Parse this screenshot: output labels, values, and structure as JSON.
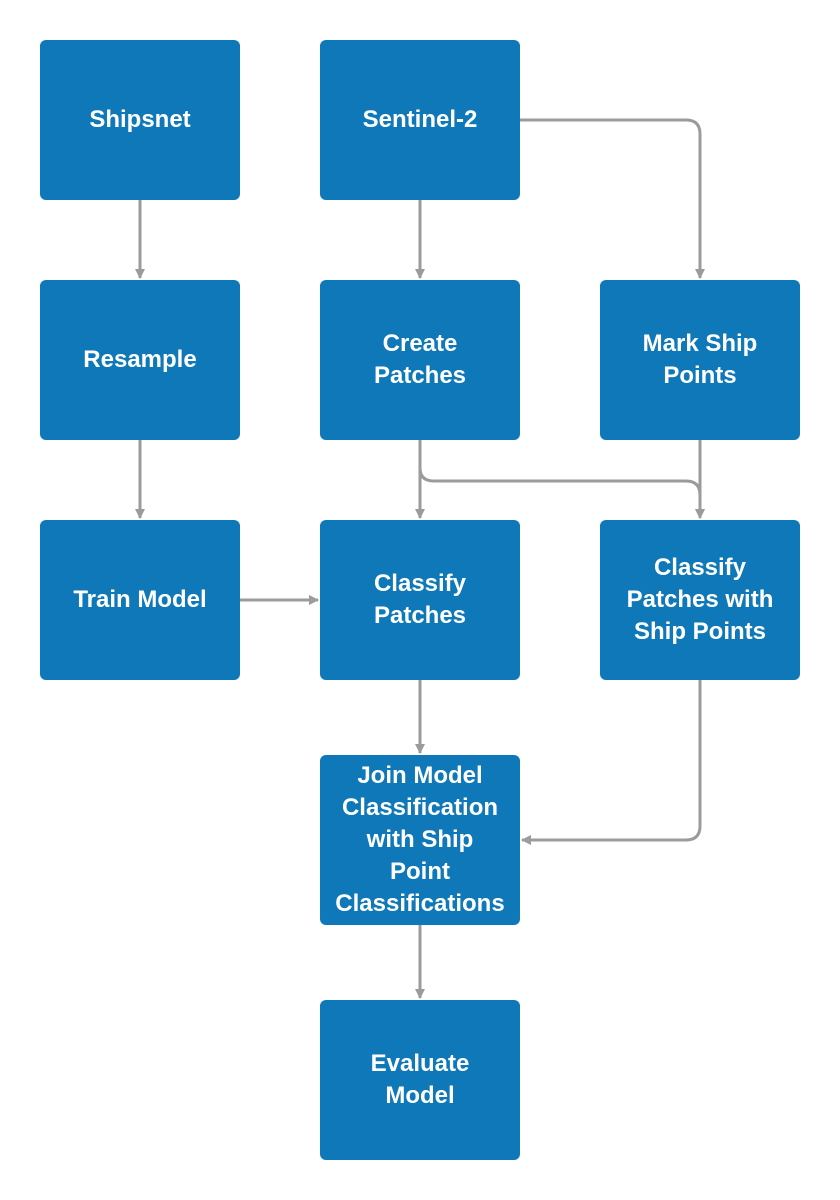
{
  "colors": {
    "node_fill": "#0f78b9",
    "node_text": "#ffffff",
    "edge": "#9b9b9b",
    "background": "#ffffff"
  },
  "nodes": {
    "shipsnet": "Shipsnet",
    "sentinel2": "Sentinel-2",
    "resample": "Resample",
    "create_patches": "Create\nPatches",
    "mark_ship_points": "Mark Ship\nPoints",
    "train_model": "Train Model",
    "classify_patches": "Classify\nPatches",
    "classify_with_points": "Classify\nPatches with\nShip Points",
    "join": "Join Model\nClassification\nwith Ship\nPoint\nClassifications",
    "evaluate": "Evaluate\nModel"
  },
  "edges": [
    {
      "from": "shipsnet",
      "to": "resample"
    },
    {
      "from": "resample",
      "to": "train_model"
    },
    {
      "from": "train_model",
      "to": "classify_patches"
    },
    {
      "from": "sentinel2",
      "to": "create_patches"
    },
    {
      "from": "sentinel2",
      "to": "mark_ship_points"
    },
    {
      "from": "create_patches",
      "to": "classify_patches"
    },
    {
      "from": "create_patches",
      "to": "classify_with_points"
    },
    {
      "from": "mark_ship_points",
      "to": "classify_with_points"
    },
    {
      "from": "classify_patches",
      "to": "join"
    },
    {
      "from": "classify_with_points",
      "to": "join"
    },
    {
      "from": "join",
      "to": "evaluate"
    }
  ]
}
